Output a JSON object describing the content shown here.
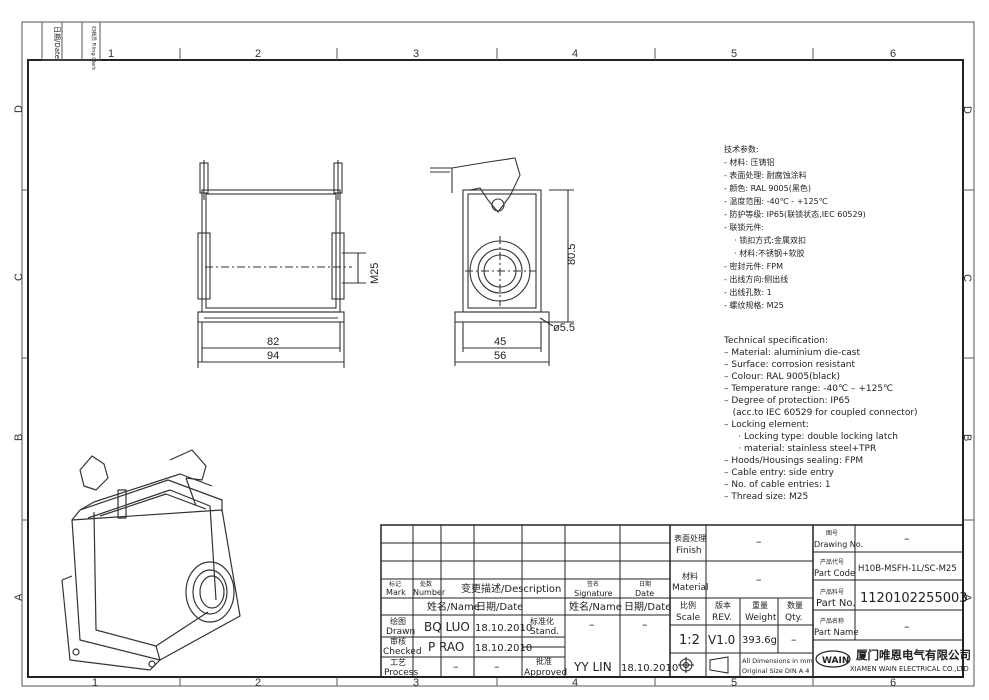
{
  "frame": {
    "zones_top": [
      "1",
      "2",
      "3",
      "4",
      "5",
      "6"
    ],
    "zones_bottom": [
      "1",
      "2",
      "3",
      "4",
      "5",
      "6"
    ],
    "zones_side": [
      "D",
      "C",
      "B",
      "A"
    ],
    "corner_date": "日期/Date",
    "corner_clerk": "归档员 Filing Clerk"
  },
  "drawing": {
    "dim_m25": "M25",
    "dim_80_5": "80.5",
    "dim_82": "82",
    "dim_94": "94",
    "dim_45": "45",
    "dim_56": "56",
    "dim_phi": "ø5.5"
  },
  "tech_cn": {
    "heading": "技术参数:",
    "lines": [
      "- 材料: 压铸铝",
      "- 表面处理: 耐腐蚀涂料",
      "- 颜色: RAL 9005(黑色)",
      "- 温度范围: -40℃ - +125℃",
      "- 防护等级: IP65(联锁状态,IEC 60529)",
      "- 联锁元件:",
      "    · 锁扣方式:金属双扣",
      "    · 材料:不锈钢+软胶",
      "- 密封元件: FPM",
      "- 出线方向:侧出线",
      "- 出线孔数: 1",
      "- 螺纹规格: M25"
    ]
  },
  "tech_en": {
    "heading": "Technical specification:",
    "lines": [
      "– Material: aluminium die-cast",
      "– Surface: corrosion resistant",
      "– Colour: RAL 9005(black)",
      "– Temperature range: -40℃ – +125℃",
      "– Degree of protection: IP65",
      "   (acc.to IEC 60529 for coupled connector)",
      "– Locking element:",
      "     · Locking type: double locking latch",
      "     · material: stainless steel+TPR",
      "– Hoods/Housings sealing: FPM",
      "– Cable entry: side entry",
      "– No. of cable entries: 1",
      "– Thread size: M25"
    ]
  },
  "title_block": {
    "mark_cn": "标记",
    "mark_en": "Mark",
    "number_cn": "处数",
    "number_en": "Number",
    "desc": "变更描述/Description",
    "sig_cn": "签名",
    "sig_en": "Signature",
    "date_cn": "日期",
    "date_en": "Date",
    "name_hdr": "姓名/Name",
    "date_hdr": "日期/Date",
    "name_hdr2": "姓名/Name",
    "date_hdr2": "日期/Date",
    "drawn_cn": "绘图",
    "drawn_en": "Drawn",
    "drawn_name": "BQ LUO",
    "drawn_date": "18.10.2010",
    "checked_cn": "审核",
    "checked_en": "Checked",
    "checked_name": "P RAO",
    "checked_date": "18.10.2010",
    "process_cn": "工艺",
    "process_en": "Process",
    "process_name": "–",
    "process_date": "–",
    "stand_cn": "标准化",
    "stand_en": "Stand.",
    "stand_name": "–",
    "stand_date": "–",
    "approved_cn": "批准",
    "approved_en": "Approved",
    "approved_name": "YY LIN",
    "approved_date": "18.10.2010",
    "finish_cn": "表面处理",
    "finish_en": "Finish",
    "finish_val": "–",
    "material_cn": "材料",
    "material_en": "Material",
    "material_val": "–",
    "scale_cn": "比例",
    "scale_en": "Scale",
    "scale_val": "1:2",
    "rev_cn": "版本",
    "rev_en": "REV.",
    "rev_val": "V1.0",
    "weight_cn": "重量",
    "weight_en": "Weight",
    "weight_val": "393.6g",
    "qty_cn": "数量",
    "qty_en": "Qty.",
    "qty_val": "–",
    "dims_note1": "All Dimensions in mm",
    "dims_note2": "Original Size DIN A 4",
    "drawingno_cn": "图号",
    "drawingno_en": "Drawing No.",
    "drawingno_val": "–",
    "partcode_cn": "产品代号",
    "partcode_en": "Part Code",
    "partcode_val": "H10B-MSFH-1L/SC-M25",
    "partno_cn": "产品料号",
    "partno_en": "Part No.",
    "partno_val": "1120102255003",
    "partname_cn": "产品名称",
    "partname_en": "Part Name",
    "partname_val": "–",
    "logo_text": "WAIN",
    "company_cn": "厦门唯恩电气有限公司",
    "company_en": "XIAMEN WAIN ELECTRICAL CO.,LTD"
  }
}
